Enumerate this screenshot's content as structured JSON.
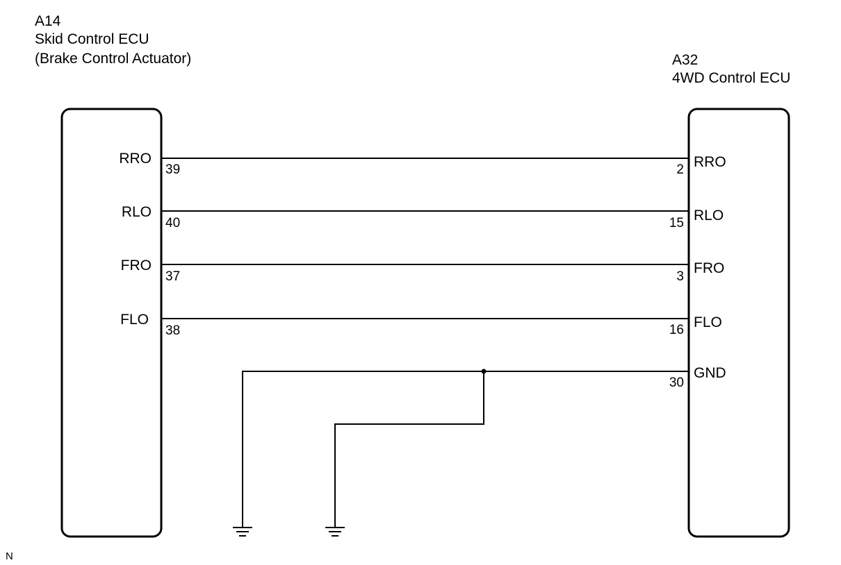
{
  "ecu_left": {
    "code": "A14",
    "name": "Skid Control ECU",
    "subname": "(Brake Control Actuator)"
  },
  "ecu_right": {
    "code": "A32",
    "name": "4WD Control ECU"
  },
  "wires": [
    {
      "left_signal": "RRO",
      "left_pin": "39",
      "right_signal": "RRO",
      "right_pin": "2"
    },
    {
      "left_signal": "RLO",
      "left_pin": "40",
      "right_signal": "RLO",
      "right_pin": "15"
    },
    {
      "left_signal": "FRO",
      "left_pin": "37",
      "right_signal": "FRO",
      "right_pin": "3"
    },
    {
      "left_signal": "FLO",
      "left_pin": "38",
      "right_signal": "FLO",
      "right_pin": "16"
    }
  ],
  "ground": {
    "signal": "GND",
    "pin": "30"
  },
  "corner_mark": "N"
}
